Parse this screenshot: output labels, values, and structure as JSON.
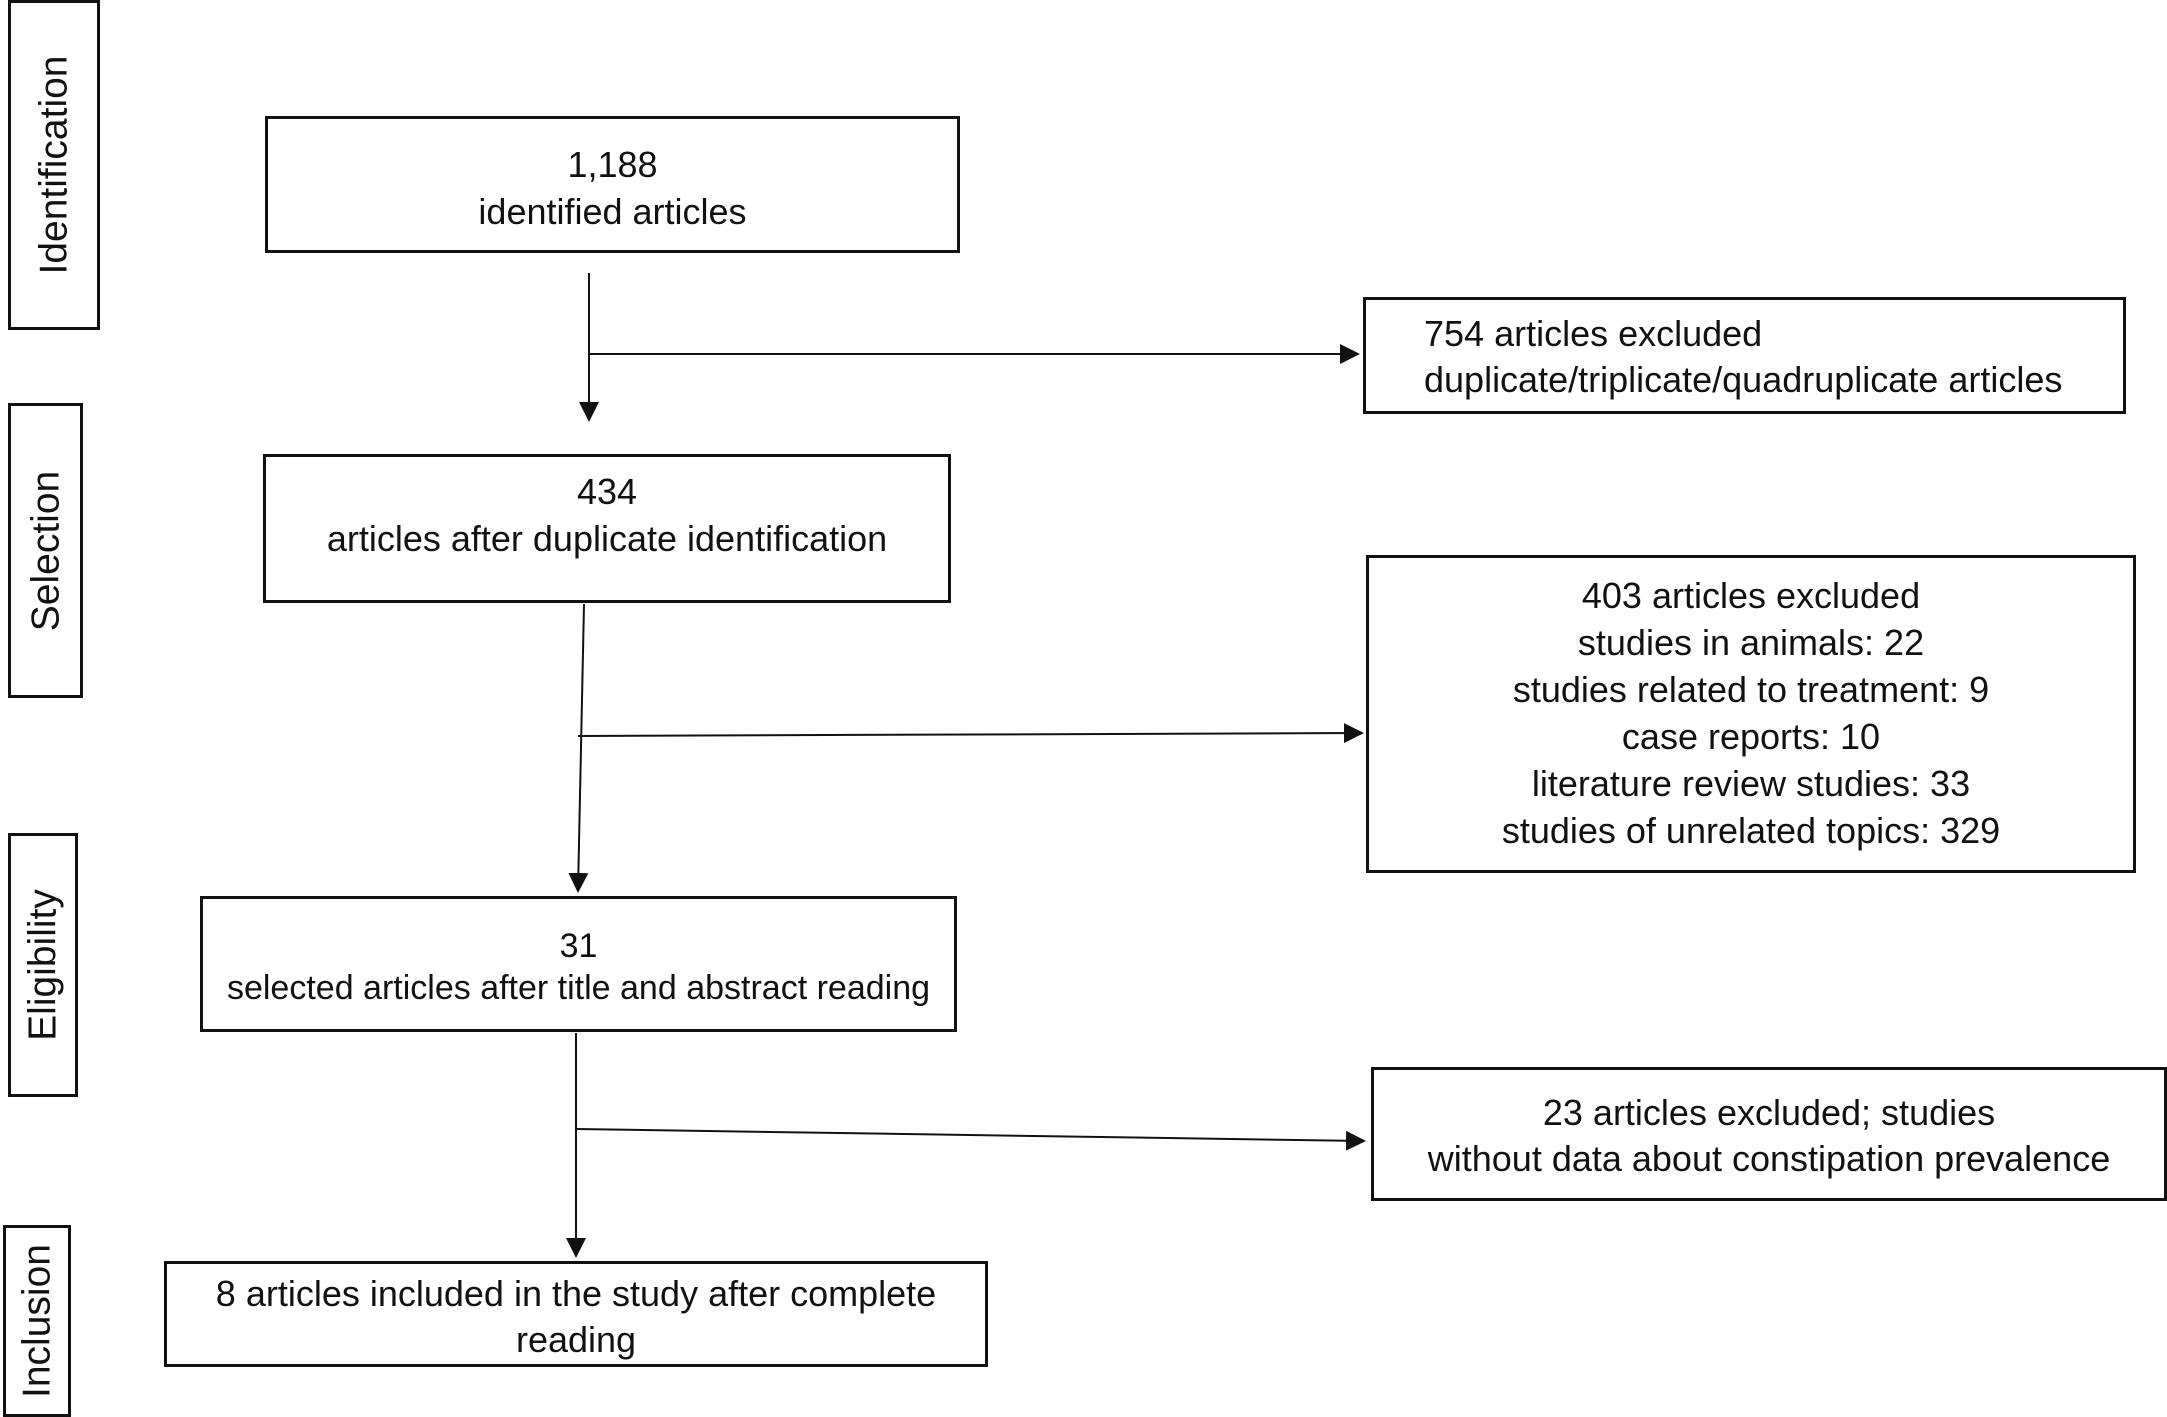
{
  "stages": [
    {
      "label": "Identification"
    },
    {
      "label": "Selection"
    },
    {
      "label": "Eligibility"
    },
    {
      "label": "Inclusion"
    }
  ],
  "flow": {
    "identified": {
      "line1": "1,188",
      "line2": "identified articles"
    },
    "after_duplicates": {
      "line1": "434",
      "line2": "articles after duplicate identification"
    },
    "after_screening": {
      "line1": "31",
      "line2": "selected articles after title and abstract reading"
    },
    "included": {
      "line1": "8 articles included in the study after complete",
      "line2": "reading"
    }
  },
  "exclusions": {
    "duplicates": {
      "line1": "754 articles excluded",
      "line2": "duplicate/triplicate/quadruplicate articles"
    },
    "screening": {
      "title": "403 articles excluded",
      "reasons": [
        "studies in animals: 22",
        "studies related to treatment: 9",
        "case reports: 10",
        "literature review studies: 33",
        "studies of unrelated topics: 329"
      ]
    },
    "full_text": {
      "line1": "23 articles excluded; studies",
      "line2": "without data about constipation prevalence"
    }
  }
}
